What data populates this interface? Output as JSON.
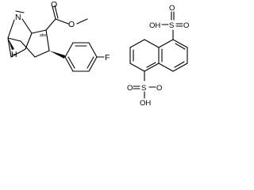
{
  "diagram": {
    "left_molecule": {
      "atoms": {
        "n": "N",
        "o_carbonyl": "O",
        "o_ester": "O",
        "f": "F",
        "h_bridge": "H",
        "stereo_mark": "abs"
      }
    },
    "right_molecule": {
      "atoms": {
        "s_top": "S",
        "o_top_1": "O",
        "o_top_2": "O",
        "oh_top": "OH",
        "s_bottom": "S",
        "o_bottom_1": "O",
        "o_bottom_2": "O",
        "oh_bottom": "OH"
      }
    }
  }
}
